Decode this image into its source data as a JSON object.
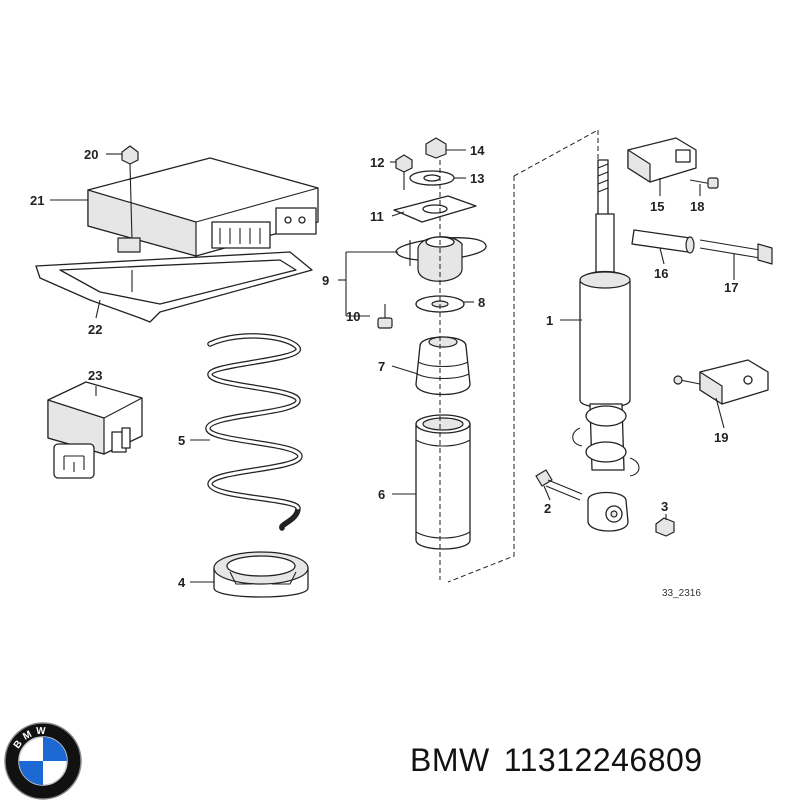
{
  "diagram": {
    "reference_code": "33_2316",
    "callouts": [
      "1",
      "2",
      "3",
      "4",
      "5",
      "6",
      "7",
      "8",
      "9",
      "10",
      "11",
      "12",
      "13",
      "14",
      "15",
      "16",
      "17",
      "18",
      "19",
      "20",
      "21",
      "22",
      "23"
    ]
  },
  "caption": {
    "brand": "BMW",
    "part_number": "11312246809"
  },
  "logo": {
    "text": "BMW",
    "colors": {
      "blue": "#1c69d4",
      "white": "#ffffff",
      "ring": "#111111"
    }
  }
}
